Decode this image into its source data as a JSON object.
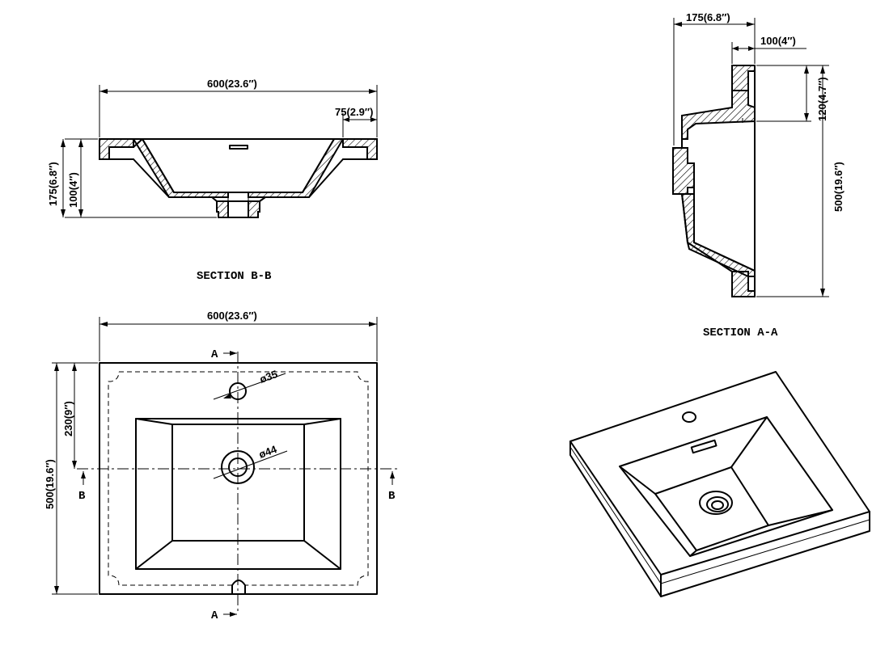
{
  "section_bb": {
    "label": "SECTION B-B",
    "dim_width": "600(23.6″)",
    "dim_rim": "75(2.9″)",
    "dim_height": "175(6.8″)",
    "dim_depth": "100(4″)"
  },
  "section_aa": {
    "label": "SECTION A-A",
    "dim_height": "175(6.8″)",
    "dim_depth": "100(4″)",
    "dim_rim": "120(4.7″)",
    "dim_length": "500(19.6″)"
  },
  "plan": {
    "dim_width": "600(23.6″)",
    "dim_length": "500(19.6″)",
    "dim_offset": "230(9″)",
    "dim_tap_hole": "ø35",
    "dim_drain": "ø44",
    "cut_a_top": "A",
    "cut_a_bottom": "A",
    "cut_b_left": "B",
    "cut_b_right": "B"
  }
}
